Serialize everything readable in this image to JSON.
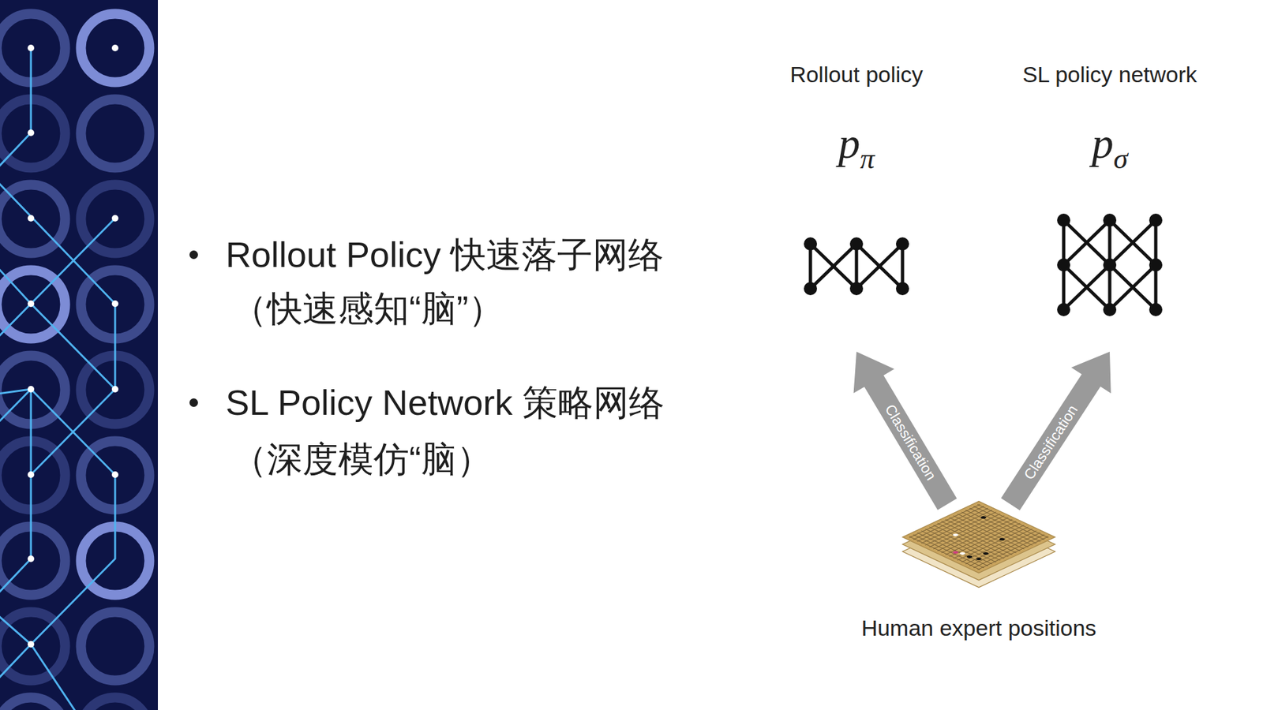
{
  "diagram": {
    "nodes": [
      {
        "text": [
          "Rollout policy",
          "p",
          "π"
        ]
      },
      {
        "text": [
          "SL policy network",
          "p",
          "σ"
        ]
      },
      {
        "text": [
          "Human expert positions"
        ]
      }
    ],
    "edges": [
      {
        "from": 2,
        "to": 0,
        "arrow": "to",
        "label": "Classification"
      },
      {
        "from": 2,
        "to": 1,
        "arrow": "to",
        "label": "Classification"
      }
    ],
    "labels": [
      "Rollout Policy 快速落子网络",
      "（快速感知“脑”）",
      "SL Policy Network 策略网络",
      "（深度模仿“脑）"
    ]
  }
}
